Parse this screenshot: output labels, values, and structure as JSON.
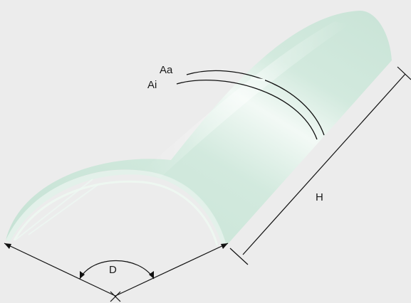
{
  "labels": {
    "outer_surface": "Aa",
    "inner_surface": "Ai",
    "height": "H",
    "diameter": "D"
  },
  "colors": {
    "background": "#ececec",
    "shell": "#cfe8dc",
    "shell_edge": "#e6f4ec",
    "highlight": "#ffffff",
    "lines": "#111111"
  }
}
